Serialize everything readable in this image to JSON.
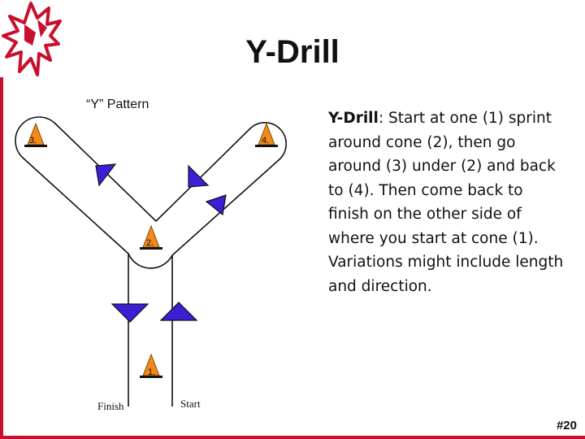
{
  "slide": {
    "title": "Y-Drill",
    "number": "#20"
  },
  "description": {
    "lead": "Y-Drill",
    "text": ": Start at one (1) sprint around cone (2), then go around (3) under (2) and back to (4).  Then come back to finish on the other side of where you start at cone (1).  Variations might include length and direction."
  },
  "diagram": {
    "pattern_title": "“Y” Pattern",
    "cones": [
      {
        "label": "1."
      },
      {
        "label": "2."
      },
      {
        "label": "3."
      },
      {
        "label": "4."
      }
    ],
    "finish_label": "Finish",
    "start_label": "Start"
  },
  "colors": {
    "accent_red": "#c8102e",
    "cone_orange": "#f08a1c",
    "arrow_blue": "#3a1fd6"
  },
  "icons": [
    "eagle-logo-icon",
    "traffic-cone-icon",
    "direction-arrow-icon"
  ]
}
